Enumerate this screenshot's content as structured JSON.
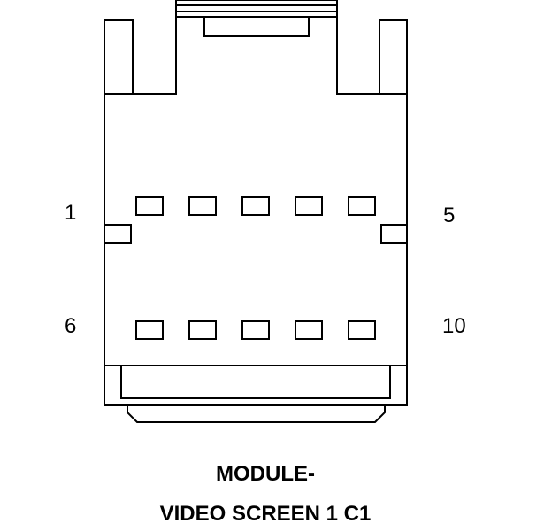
{
  "connector": {
    "pin_labels": {
      "top_left": "1",
      "top_right": "5",
      "bottom_left": "6",
      "bottom_right": "10"
    },
    "caption": {
      "line1": "MODULE-",
      "line2": "VIDEO SCREEN 1 C1"
    },
    "pin_rows": 2,
    "pins_per_row": 5
  },
  "colors": {
    "stroke": "#000000",
    "background": "#ffffff"
  }
}
